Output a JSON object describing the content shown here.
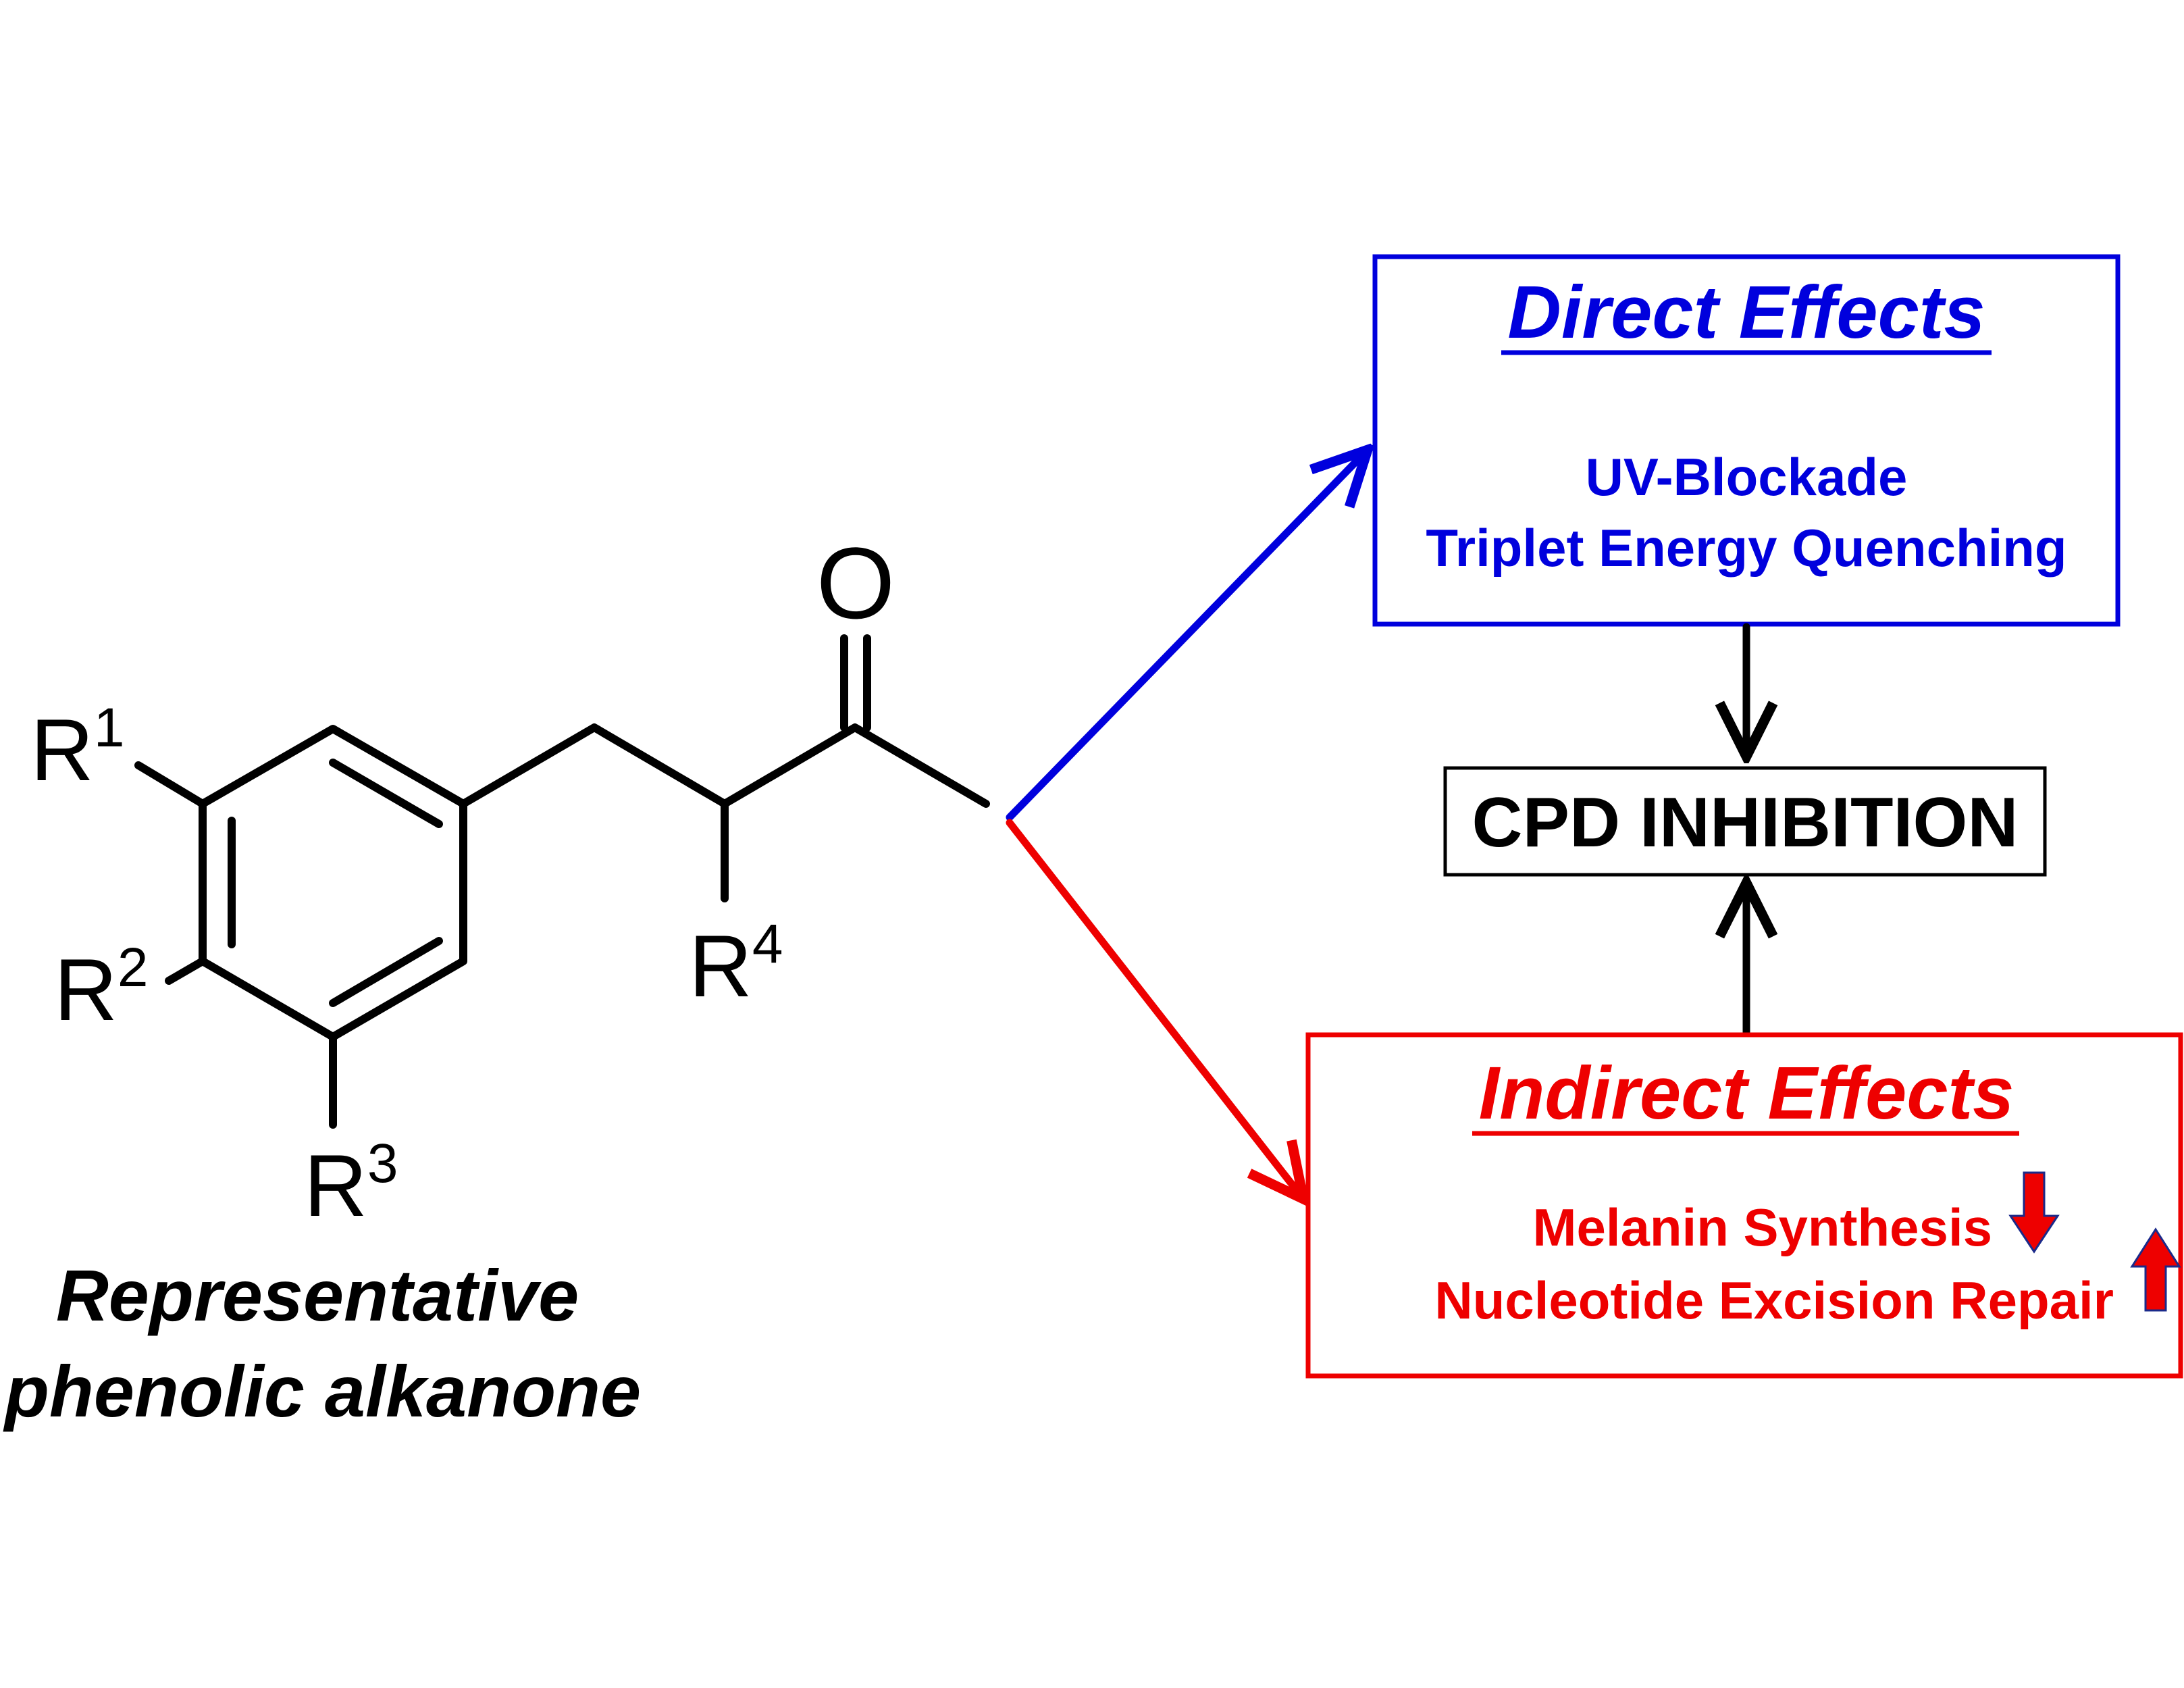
{
  "molecule": {
    "substituents": {
      "r1": {
        "letter": "R",
        "sup": "1"
      },
      "r2": {
        "letter": "R",
        "sup": "2"
      },
      "r3": {
        "letter": "R",
        "sup": "3"
      },
      "r4": {
        "letter": "R",
        "sup": "4"
      }
    },
    "oxygen_label": "O",
    "caption_line1": "Representative",
    "caption_line2": "phenolic alkanone"
  },
  "direct_box": {
    "title": "Direct Effects",
    "line1": "UV-Blockade",
    "line2": "Triplet Energy Quenching",
    "color": "#0000dd"
  },
  "center_box": {
    "label": "CPD INHIBITION",
    "color": "#000000"
  },
  "indirect_box": {
    "title": "Indirect Effects",
    "line1": "Melanin Synthesis",
    "line2": "Nucleotide Excision Repair",
    "color": "#ee0000",
    "line1_indicator": "down-arrow-icon",
    "line2_indicator": "up-arrow-icon"
  }
}
